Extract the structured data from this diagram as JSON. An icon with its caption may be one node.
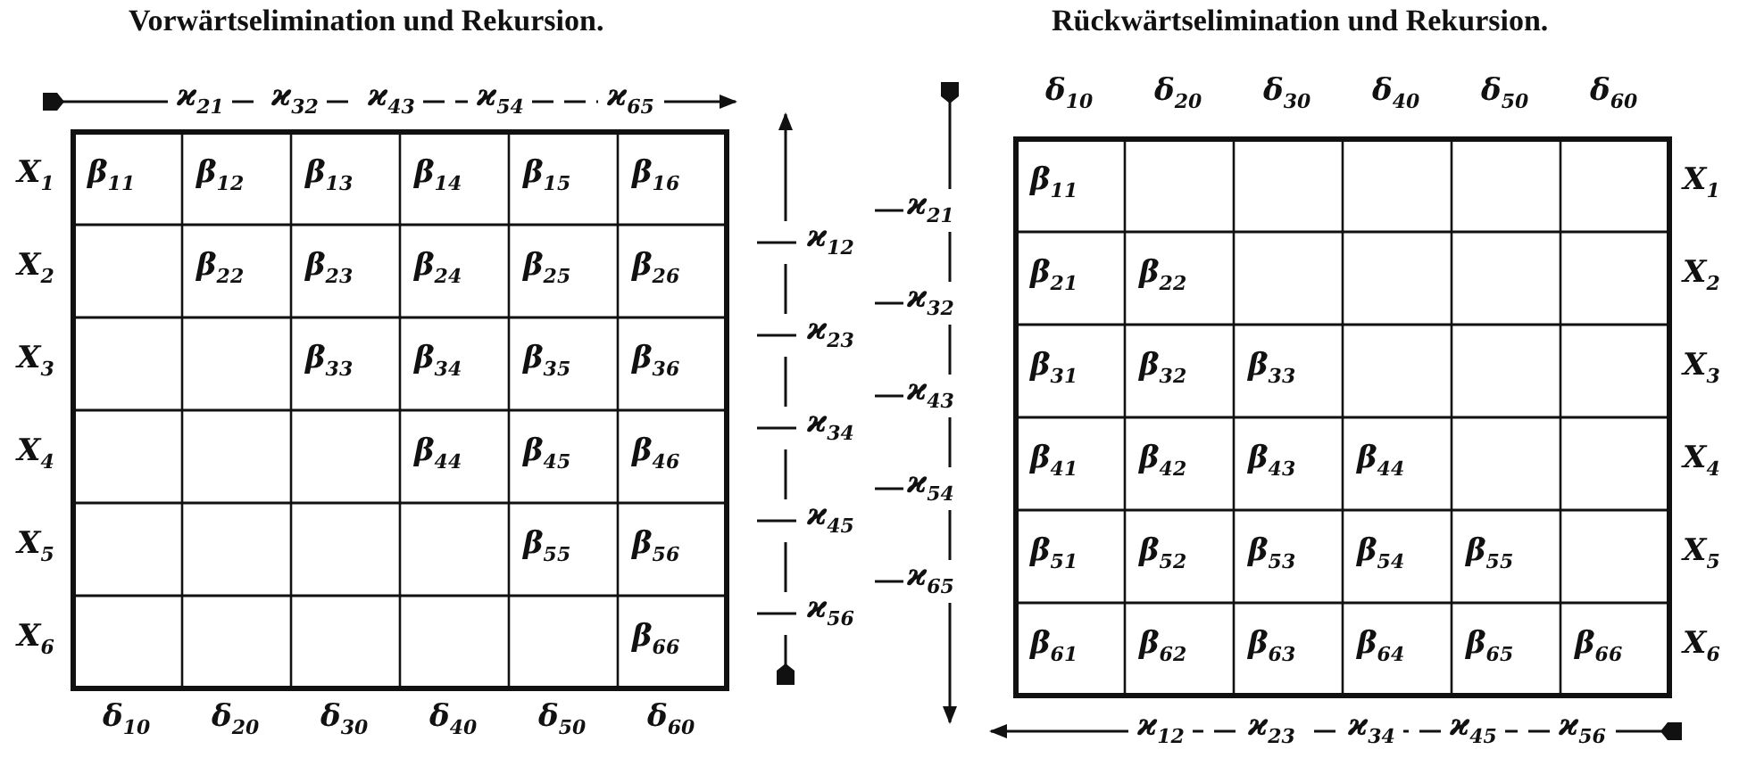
{
  "diagram": {
    "labels": [
      "Vorwärtselimination und Rekursion.",
      "ϰ$_{21}$",
      "ϰ$_{32}$",
      "ϰ$_{43}$",
      "ϰ$_{54}$",
      "ϰ$_{65}$",
      "X$_{1}$",
      "β$_{11}$",
      "β$_{12}$",
      "β$_{13}$",
      "β$_{14}$",
      "β$_{15}$",
      "β$_{16}$",
      "X$_{2}$",
      "β$_{22}$",
      "β$_{23}$",
      "β$_{24}$",
      "β$_{25}$",
      "β$_{26}$",
      "X$_{3}$",
      "β$_{33}$",
      "β$_{34}$",
      "β$_{35}$",
      "β$_{36}$",
      "X$_{4}$",
      "β$_{44}$",
      "β$_{45}$",
      "β$_{46}$",
      "X$_{5}$",
      "β$_{55}$",
      "β$_{56}$",
      "X$_{6}$",
      "β$_{66}$",
      "ϰ$_{12}$",
      "ϰ$_{23}$",
      "ϰ$_{34}$",
      "ϰ$_{45}$",
      "ϰ$_{56}$",
      "δ$_{10}$",
      "δ$_{20}$",
      "δ$_{30}$",
      "δ$_{40}$",
      "δ$_{50}$",
      "δ$_{60}$",
      "Rückwärtselimination und Rekursion.",
      "δ$_{10}$",
      "δ$_{20}$",
      "δ$_{30}$",
      "δ$_{40}$",
      "δ$_{50}$",
      "δ$_{60}$",
      "ϰ$_{21}$",
      "ϰ$_{32}$",
      "ϰ$_{43}$",
      "ϰ$_{54}$",
      "ϰ$_{65}$",
      "β$_{11}$",
      "X$_{1}$",
      "β$_{21}$",
      "β$_{22}$",
      "X$_{2}$",
      "β$_{31}$",
      "β$_{32}$",
      "β$_{33}$",
      "X$_{3}$",
      "β$_{41}$",
      "β$_{42}$",
      "β$_{43}$",
      "β$_{44}$",
      "X$_{4}$",
      "β$_{51}$",
      "β$_{52}$",
      "β$_{53}$",
      "β$_{54}$",
      "β$_{55}$",
      "X$_{5}$",
      "β$_{61}$",
      "β$_{62}$",
      "β$_{63}$",
      "β$_{64}$",
      "β$_{65}$",
      "β$_{66}$",
      "X$_{6}$",
      "ϰ$_{12}$",
      "ϰ$_{23}$",
      "ϰ$_{34}$",
      "ϰ$_{45}$",
      "ϰ$_{56}$"
    ]
  }
}
